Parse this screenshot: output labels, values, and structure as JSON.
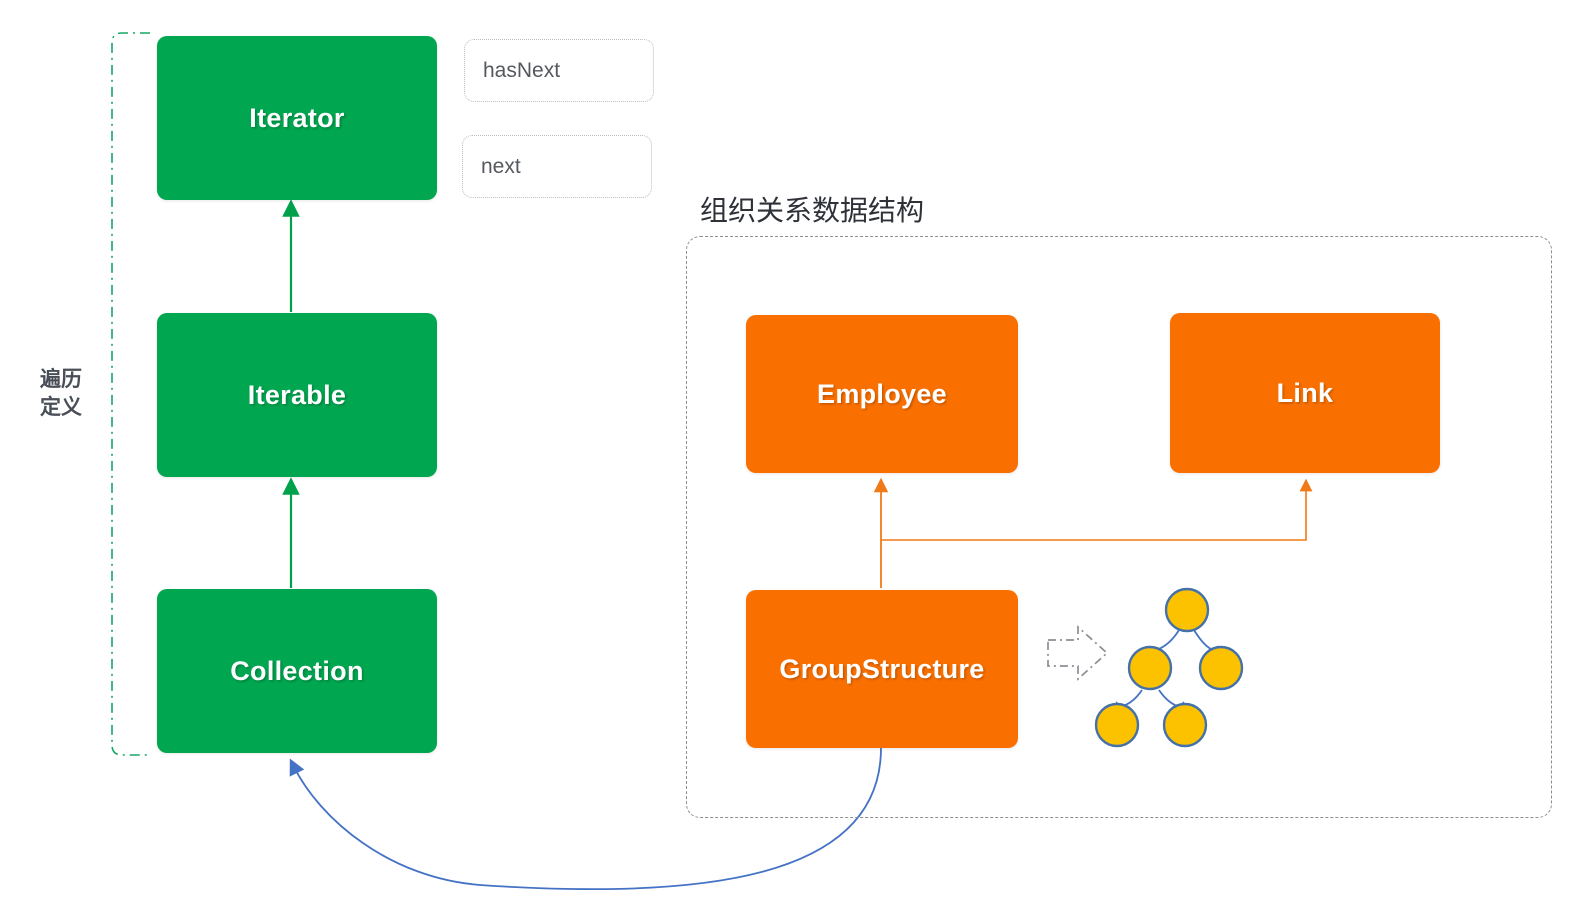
{
  "diagram": {
    "traversal_group": {
      "label_line1": "遍历",
      "label_line2": "定义",
      "nodes": [
        {
          "id": "iterator",
          "label": "Iterator",
          "color": "#00a650"
        },
        {
          "id": "iterable",
          "label": "Iterable",
          "color": "#00a650"
        },
        {
          "id": "collection",
          "label": "Collection",
          "color": "#00a650"
        }
      ],
      "methods": [
        {
          "id": "hasNext",
          "label": "hasNext"
        },
        {
          "id": "next",
          "label": "next"
        }
      ]
    },
    "org_group": {
      "title": "组织关系数据结构",
      "nodes": [
        {
          "id": "employee",
          "label": "Employee",
          "color": "#fa7000"
        },
        {
          "id": "link",
          "label": "Link",
          "color": "#fa7000"
        },
        {
          "id": "groupstructure",
          "label": "GroupStructure",
          "color": "#fa7000"
        }
      ],
      "tree": {
        "node_fill": "#fcc200",
        "node_stroke": "#4472a8",
        "edge_color": "#4472c4",
        "node_count": 5
      },
      "transform_arrow": "dash-dot-right-arrow"
    },
    "colors": {
      "green": "#00a650",
      "orange": "#fa7000",
      "green_connector": "#00a14b",
      "orange_connector": "#f07a17",
      "blue_connector": "#4472c4",
      "dash_gray": "#8b8e94"
    }
  }
}
